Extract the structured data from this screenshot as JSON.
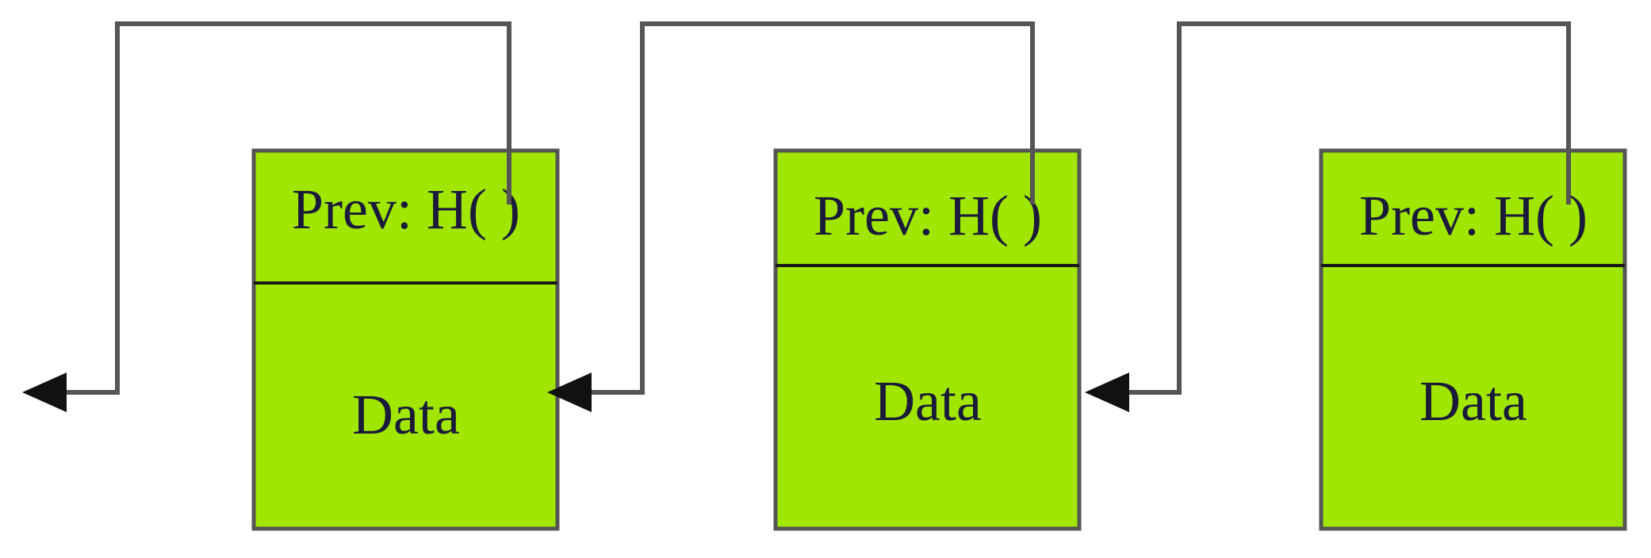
{
  "blocks": [
    {
      "prev_label": "Prev: H( )",
      "data_label": "Data"
    },
    {
      "prev_label": "Prev: H( )",
      "data_label": "Data"
    },
    {
      "prev_label": "Prev: H( )",
      "data_label": "Data"
    }
  ],
  "colors": {
    "block_fill": "#a0e600",
    "block_border": "#555555",
    "divider": "#1a1a1a",
    "link": "#555555",
    "arrow": "#111111",
    "text": "#1a1a3a",
    "background": "#ffffff"
  }
}
